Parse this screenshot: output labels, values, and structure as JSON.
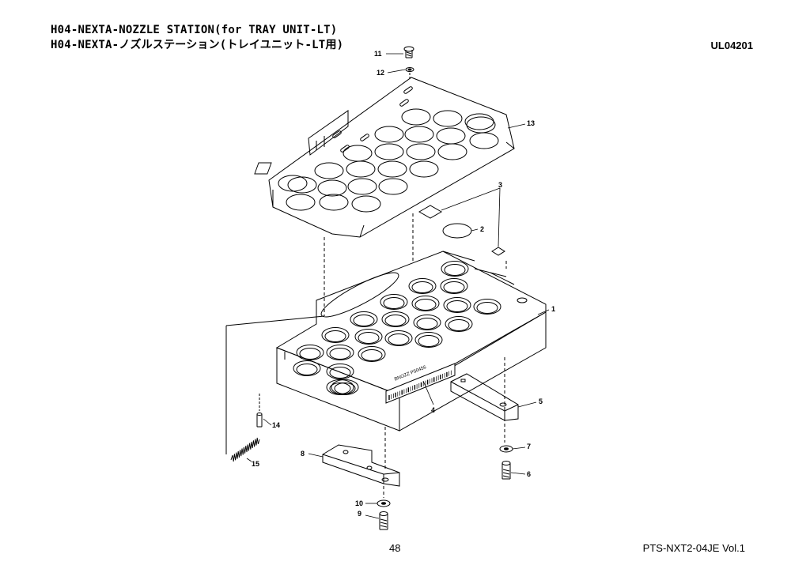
{
  "header": {
    "title_en": "H04-NEXTA-NOZZLE STATION(for TRAY UNIT-LT)",
    "title_jp": "H04-NEXTA-ノズルステーション(トレイユニット-LT用)",
    "code": "UL04201"
  },
  "footer": {
    "page": "48",
    "doc": "PTS-NXT2-04JE  Vol.1"
  },
  "callouts": {
    "c1": "1",
    "c2": "2",
    "c3": "3",
    "c4": "4",
    "c5": "5",
    "c6": "6",
    "c7": "7",
    "c8": "8",
    "c9": "9",
    "c10": "10",
    "c11": "11",
    "c12": "12",
    "c13": "13",
    "c14": "14",
    "c15": "15"
  },
  "label_text": "BNOZZ  P50456"
}
